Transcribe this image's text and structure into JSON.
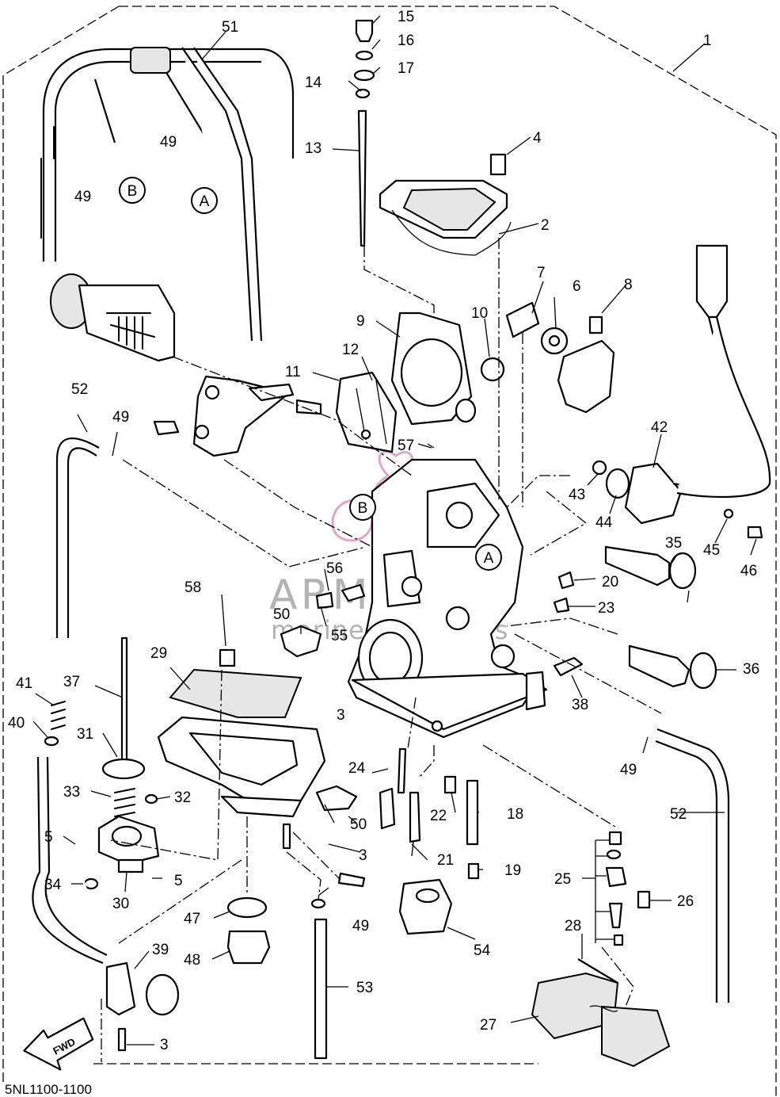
{
  "document_code": "5NL1100-1100",
  "fwd_label": "FWD",
  "watermark": {
    "brand": "ARMADA",
    "tagline": "marine outboards",
    "logo_color": "#e2a6c8"
  },
  "reference_marks": {
    "a": "A",
    "b": "B"
  },
  "callouts": {
    "c1": "1",
    "c2": "2",
    "c3a": "3",
    "c3b": "3",
    "c3c": "3",
    "c4": "4",
    "c5a": "5",
    "c5b": "5",
    "c6": "6",
    "c7": "7",
    "c8": "8",
    "c9": "9",
    "c10": "10",
    "c11": "11",
    "c12": "12",
    "c13": "13",
    "c14": "14",
    "c15": "15",
    "c16": "16",
    "c17": "17",
    "c18": "18",
    "c19": "19",
    "c20": "20",
    "c21": "21",
    "c22": "22",
    "c23": "23",
    "c24": "24",
    "c25": "25",
    "c26": "26",
    "c27": "27",
    "c28": "28",
    "c29": "29",
    "c30": "30",
    "c31": "31",
    "c32": "32",
    "c33": "33",
    "c34": "34",
    "c35": "35",
    "c36": "36",
    "c37": "37",
    "c38": "38",
    "c39": "39",
    "c40": "40",
    "c41": "41",
    "c42": "42",
    "c43": "43",
    "c44": "44",
    "c45": "45",
    "c46": "46",
    "c47": "47",
    "c48": "48",
    "c49a": "49",
    "c49b": "49",
    "c49c": "49",
    "c49d": "49",
    "c49e": "49",
    "c50a": "50",
    "c50b": "50",
    "c51": "51",
    "c52a": "52",
    "c52b": "52",
    "c53": "53",
    "c54": "54",
    "c55": "55",
    "c56": "56",
    "c57": "57",
    "c58": "58"
  }
}
